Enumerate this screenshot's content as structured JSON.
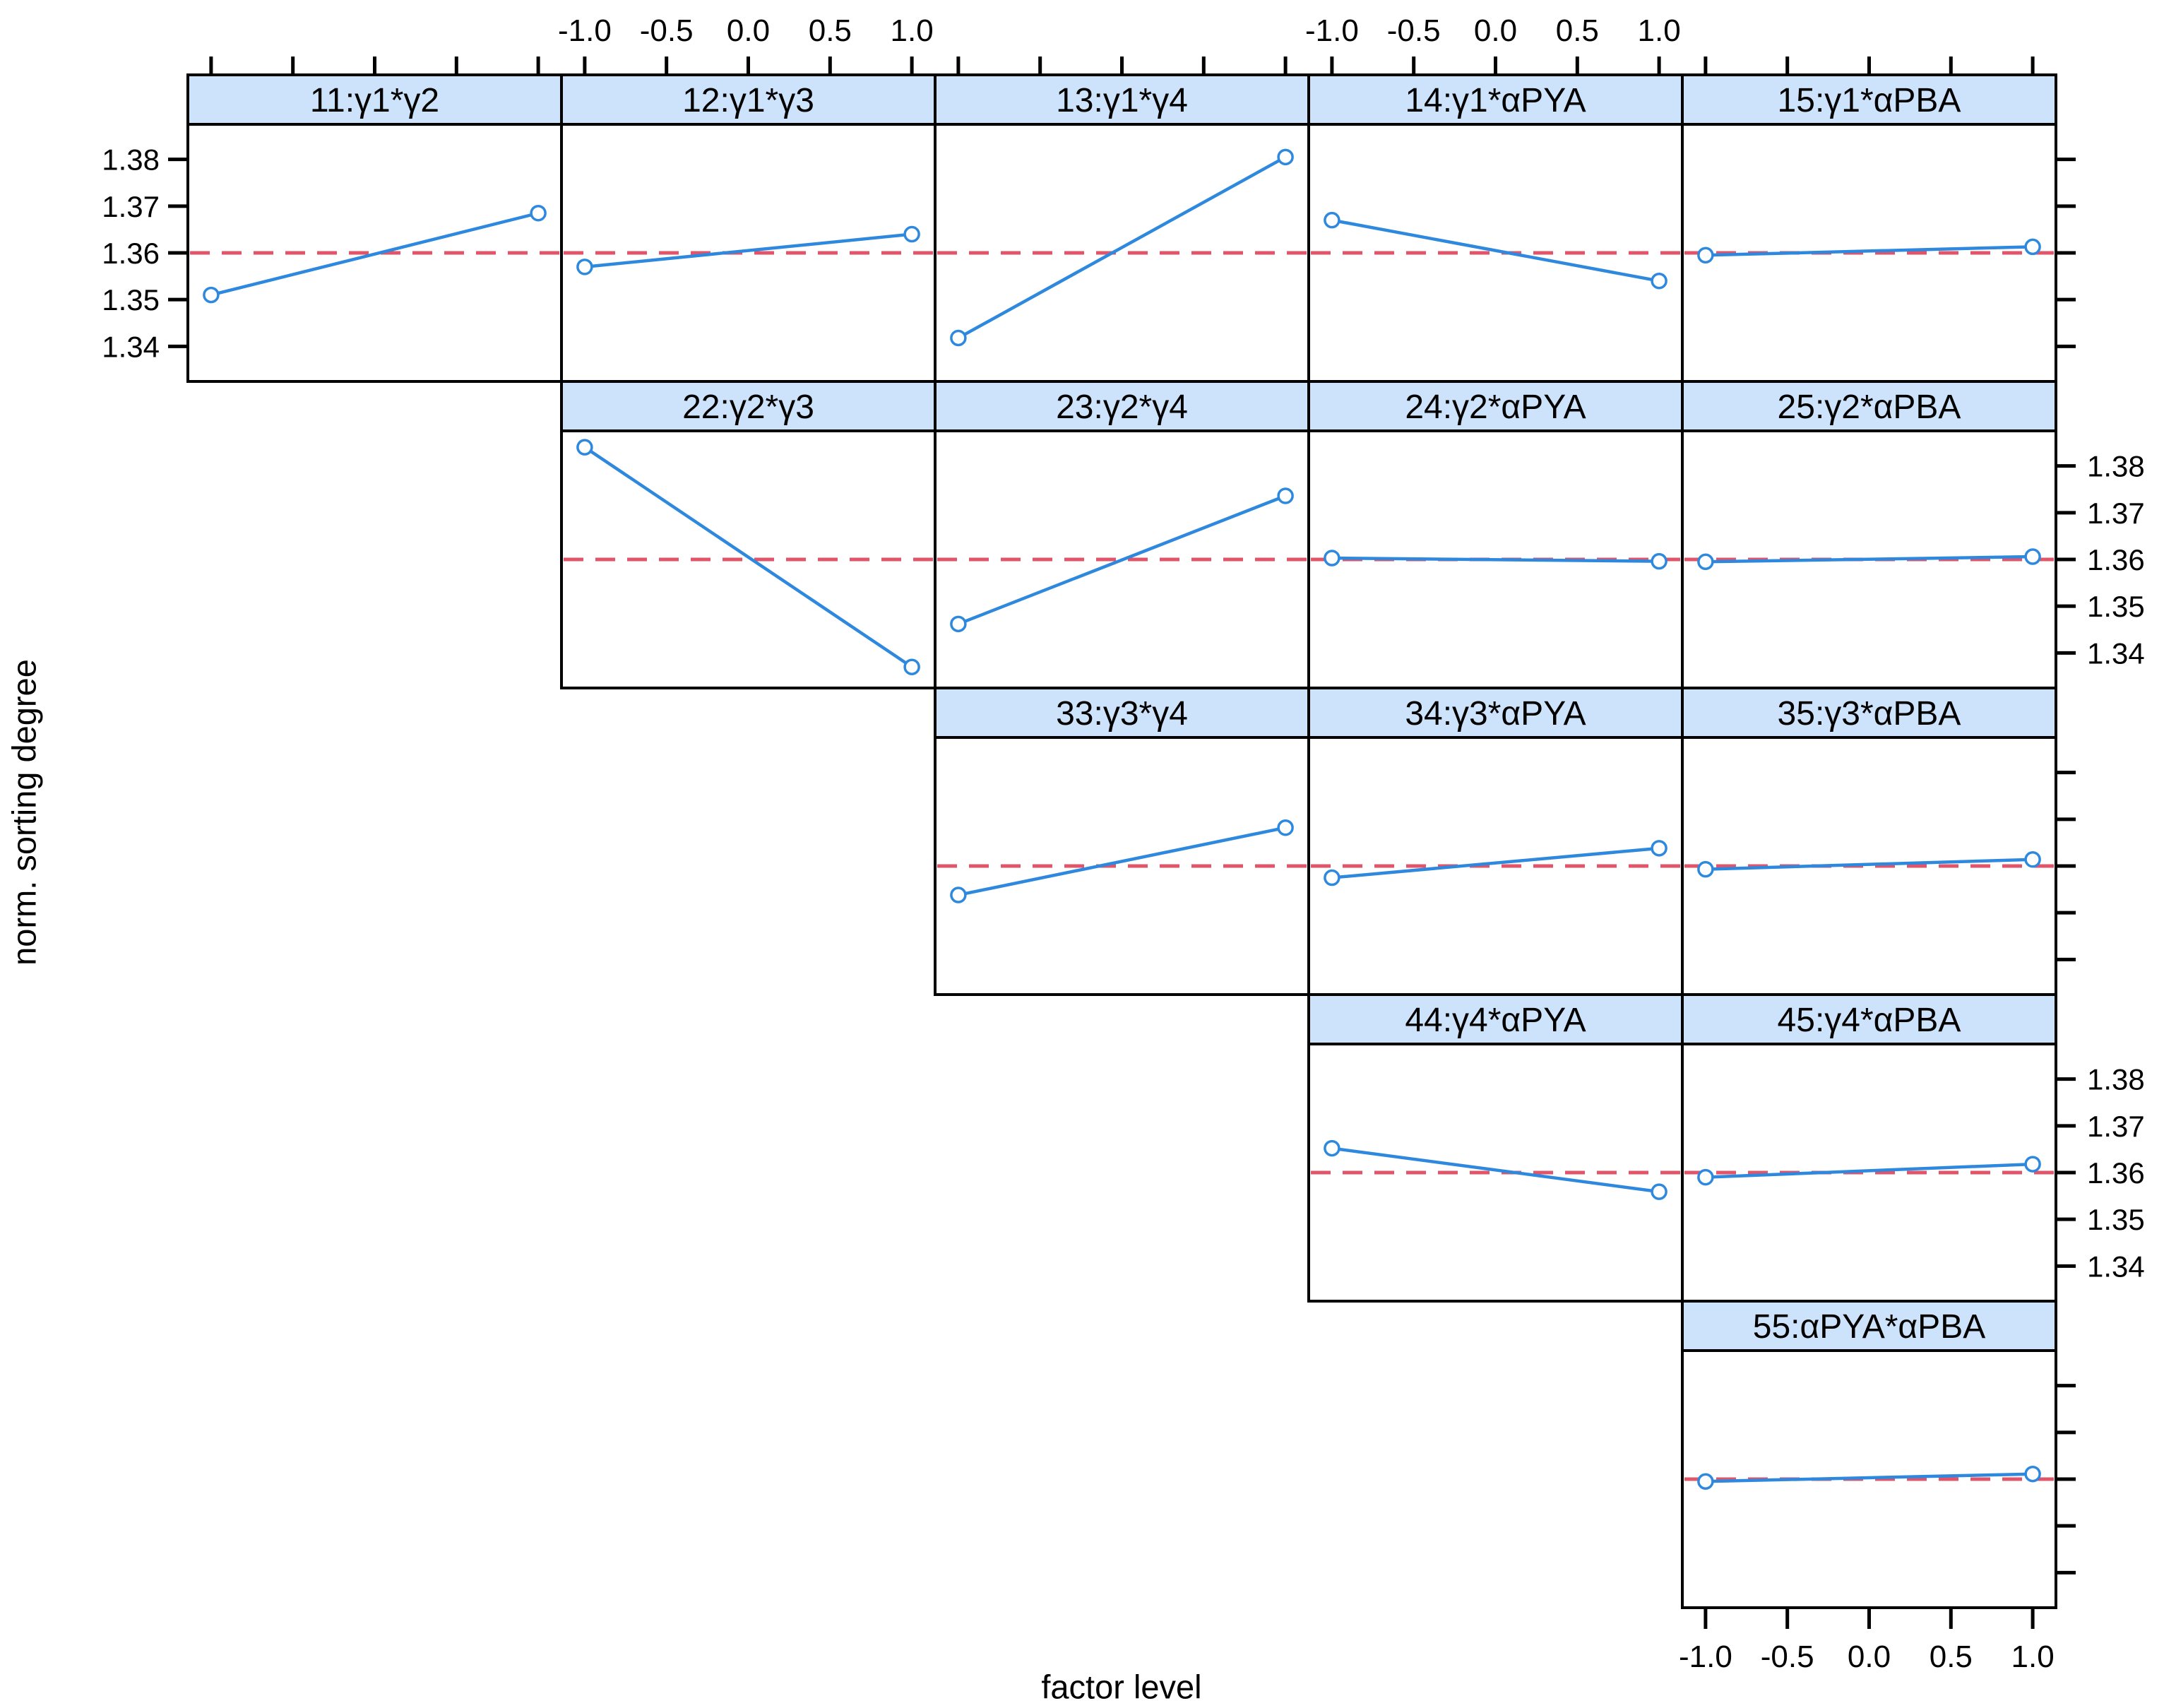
{
  "figure": {
    "y_axis_label": "norm. sorting degree",
    "x_axis_label": "factor level"
  },
  "chart_data": {
    "type": "line",
    "description": "Upper-triangular trellis of two-point interaction effect plots, one panel per factor-pair, each with a dashed reference line at the overall mean",
    "x": [
      -1,
      1
    ],
    "x_tick_values": [
      -1.0,
      -0.5,
      0.0,
      0.5,
      1.0
    ],
    "x_tick_labels": [
      "-1.0",
      "-0.5",
      "0.0",
      "0.5",
      "1.0"
    ],
    "y_tick_values": [
      1.38,
      1.37,
      1.36,
      1.35,
      1.34
    ],
    "y_tick_labels": [
      "1.38",
      "1.37",
      "1.36",
      "1.35",
      "1.34"
    ],
    "xlim": [
      -1.142,
      1.142
    ],
    "ylim": [
      1.3325,
      1.3875
    ],
    "xlabel": "factor level",
    "ylabel": "norm. sorting degree",
    "reference_line": {
      "y": 1.36,
      "style": "dashed"
    },
    "layout": {
      "grid": "5x5-upper-triangle",
      "top_axis_label_columns": [
        2,
        4
      ],
      "right_axis_label_rows": [
        2,
        4
      ],
      "left_axis_label_rows": [
        1
      ],
      "bottom_axis_label_panels": [
        "55"
      ],
      "grid_lines": "off",
      "legend": "none"
    },
    "panels": [
      {
        "id": "11",
        "title": "11:γ1*γ2",
        "row": 1,
        "col": 1,
        "values": [
          1.351,
          1.3685
        ]
      },
      {
        "id": "12",
        "title": "12:γ1*γ3",
        "row": 1,
        "col": 2,
        "values": [
          1.357,
          1.364
        ]
      },
      {
        "id": "13",
        "title": "13:γ1*γ4",
        "row": 1,
        "col": 3,
        "values": [
          1.3418,
          1.3805
        ]
      },
      {
        "id": "14",
        "title": "14:γ1*αPYA",
        "row": 1,
        "col": 4,
        "values": [
          1.367,
          1.354
        ]
      },
      {
        "id": "15",
        "title": "15:γ1*αPBA",
        "row": 1,
        "col": 5,
        "values": [
          1.3595,
          1.3613
        ]
      },
      {
        "id": "22",
        "title": "22:γ2*γ3",
        "row": 2,
        "col": 2,
        "values": [
          1.384,
          1.337
        ]
      },
      {
        "id": "23",
        "title": "23:γ2*γ4",
        "row": 2,
        "col": 3,
        "values": [
          1.3462,
          1.3736
        ]
      },
      {
        "id": "24",
        "title": "24:γ2*αPYA",
        "row": 2,
        "col": 4,
        "values": [
          1.3603,
          1.3596
        ]
      },
      {
        "id": "25",
        "title": "25:γ2*αPBA",
        "row": 2,
        "col": 5,
        "values": [
          1.3595,
          1.3606
        ]
      },
      {
        "id": "33",
        "title": "33:γ3*γ4",
        "row": 3,
        "col": 3,
        "values": [
          1.3538,
          1.3682
        ]
      },
      {
        "id": "34",
        "title": "34:γ3*αPYA",
        "row": 3,
        "col": 4,
        "values": [
          1.3575,
          1.3638
        ]
      },
      {
        "id": "35",
        "title": "35:γ3*αPBA",
        "row": 3,
        "col": 5,
        "values": [
          1.3593,
          1.3614
        ]
      },
      {
        "id": "44",
        "title": "44:γ4*αPYA",
        "row": 4,
        "col": 4,
        "values": [
          1.3652,
          1.3559
        ]
      },
      {
        "id": "45",
        "title": "45:γ4*αPBA",
        "row": 4,
        "col": 5,
        "values": [
          1.359,
          1.3618
        ]
      },
      {
        "id": "55",
        "title": "55:αPYA*αPBA",
        "row": 5,
        "col": 5,
        "values": [
          1.3595,
          1.3611
        ]
      }
    ],
    "colors": {
      "line": "#2e89de",
      "points": "#2e89de",
      "reference": "#e0556a",
      "strip_fill": "#cce3fb",
      "border": "#000000",
      "text": "#000000",
      "background": "#ffffff"
    }
  }
}
